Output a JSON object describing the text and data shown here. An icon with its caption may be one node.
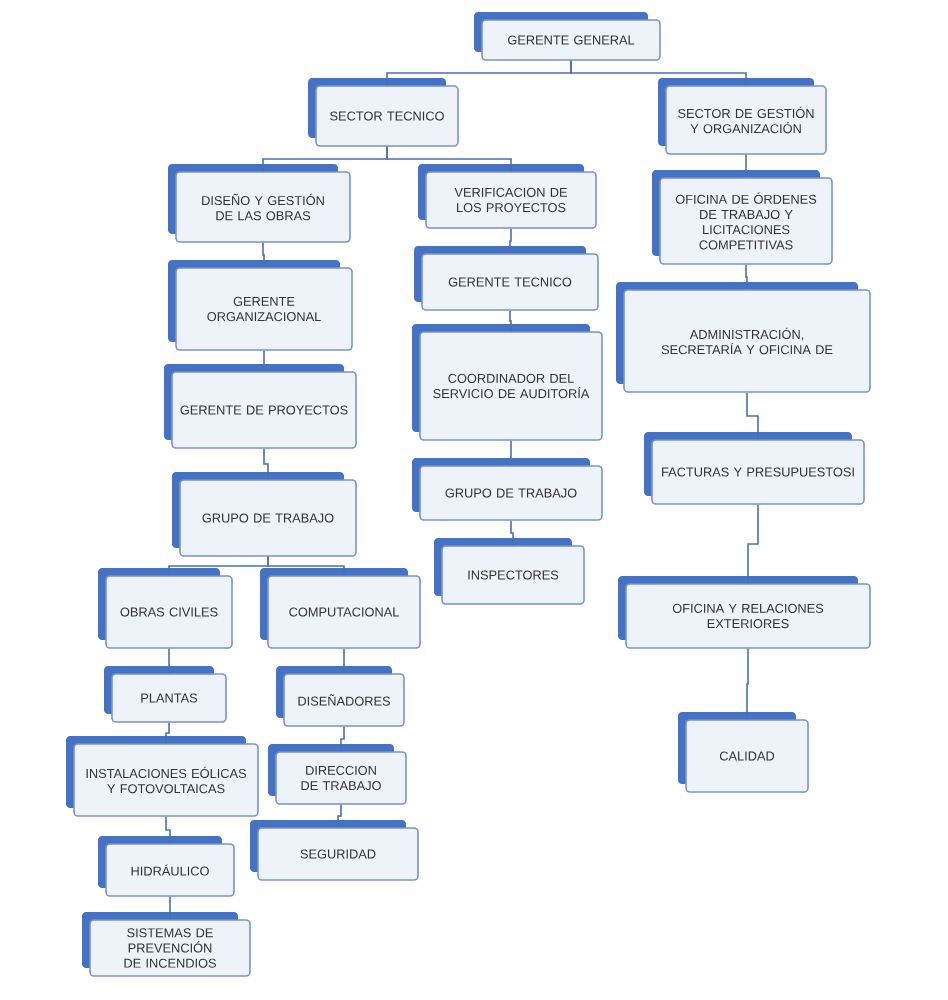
{
  "diagram": {
    "nodes": [
      {
        "text": [
          "GERENTE GENERAL"
        ]
      },
      {
        "text": [
          "SECTOR TECNICO"
        ]
      },
      {
        "text": [
          "SECTOR DE GESTIÓN Y ORGANIZACIÓN"
        ]
      },
      {
        "text": [
          "DISEÑO Y GESTIÓN DE LAS OBRAS"
        ]
      },
      {
        "text": [
          "VERIFICACION DE LOS PROYECTOS"
        ]
      },
      {
        "text": [
          "OFICINA DE ÓRDENES DE TRABAJO Y LICITACIONES COMPETITIVAS"
        ]
      },
      {
        "text": [
          "GERENTE ORGANIZACIONAL"
        ]
      },
      {
        "text": [
          "GERENTE TECNICO"
        ]
      },
      {
        "text": [
          "ADMINISTRACIÓN, SECRETARÍA Y OFICINA DE"
        ]
      },
      {
        "text": [
          "GERENTE DE PROYECTOS"
        ]
      },
      {
        "text": [
          "COORDINADOR DEL SERVICIO DE AUDITORÍA"
        ]
      },
      {
        "text": [
          "GRUPO DE TRABAJO"
        ]
      },
      {
        "text": [
          "GRUPO DE TRABAJO"
        ]
      },
      {
        "text": [
          "INSPECTORES"
        ]
      },
      {
        "text": [
          "FACTURAS Y PRESUPUESTOSI"
        ]
      },
      {
        "text": [
          "OBRAS CIVILES"
        ]
      },
      {
        "text": [
          "COMPUTACIONAL"
        ]
      },
      {
        "text": [
          "OFICINA Y RELACIONES EXTERIORES"
        ]
      },
      {
        "text": [
          "PLANTAS"
        ]
      },
      {
        "text": [
          "DISEÑADORES"
        ]
      },
      {
        "text": [
          "INSTALACIONES EÓLICAS Y FOTOVOLTAICAS"
        ]
      },
      {
        "text": [
          "DIRECCION DE TRABAJO"
        ]
      },
      {
        "text": [
          "CALIDAD"
        ]
      },
      {
        "text": [
          "HIDRÁULICO"
        ]
      },
      {
        "text": [
          "SEGURIDAD"
        ]
      },
      {
        "text": [
          "SISTEMAS DE PREVENCIÓN DE INCENDIOS"
        ]
      }
    ],
    "edges": [
      {
        "from": 0,
        "to": 1,
        "arrow": "none"
      },
      {
        "from": 0,
        "to": 2,
        "arrow": "none"
      },
      {
        "from": 1,
        "to": 3,
        "arrow": "none"
      },
      {
        "from": 1,
        "to": 4,
        "arrow": "none"
      },
      {
        "from": 2,
        "to": 5,
        "arrow": "none"
      },
      {
        "from": 3,
        "to": 6,
        "arrow": "none"
      },
      {
        "from": 4,
        "to": 7,
        "arrow": "none"
      },
      {
        "from": 5,
        "to": 8,
        "arrow": "none"
      },
      {
        "from": 6,
        "to": 9,
        "arrow": "none"
      },
      {
        "from": 7,
        "to": 10,
        "arrow": "none"
      },
      {
        "from": 8,
        "to": 14,
        "arrow": "none"
      },
      {
        "from": 9,
        "to": 11,
        "arrow": "none"
      },
      {
        "from": 10,
        "to": 12,
        "arrow": "none"
      },
      {
        "from": 12,
        "to": 13,
        "arrow": "none"
      },
      {
        "from": 14,
        "to": 17,
        "arrow": "none"
      },
      {
        "from": 11,
        "to": 15,
        "arrow": "none"
      },
      {
        "from": 11,
        "to": 16,
        "arrow": "none"
      },
      {
        "from": 17,
        "to": 22,
        "arrow": "none"
      },
      {
        "from": 15,
        "to": 18,
        "arrow": "none"
      },
      {
        "from": 16,
        "to": 19,
        "arrow": "none"
      },
      {
        "from": 18,
        "to": 20,
        "arrow": "none"
      },
      {
        "from": 19,
        "to": 21,
        "arrow": "none"
      },
      {
        "from": 20,
        "to": 23,
        "arrow": "none"
      },
      {
        "from": 21,
        "to": 24,
        "arrow": "none"
      },
      {
        "from": 23,
        "to": 25,
        "arrow": "none"
      }
    ]
  }
}
